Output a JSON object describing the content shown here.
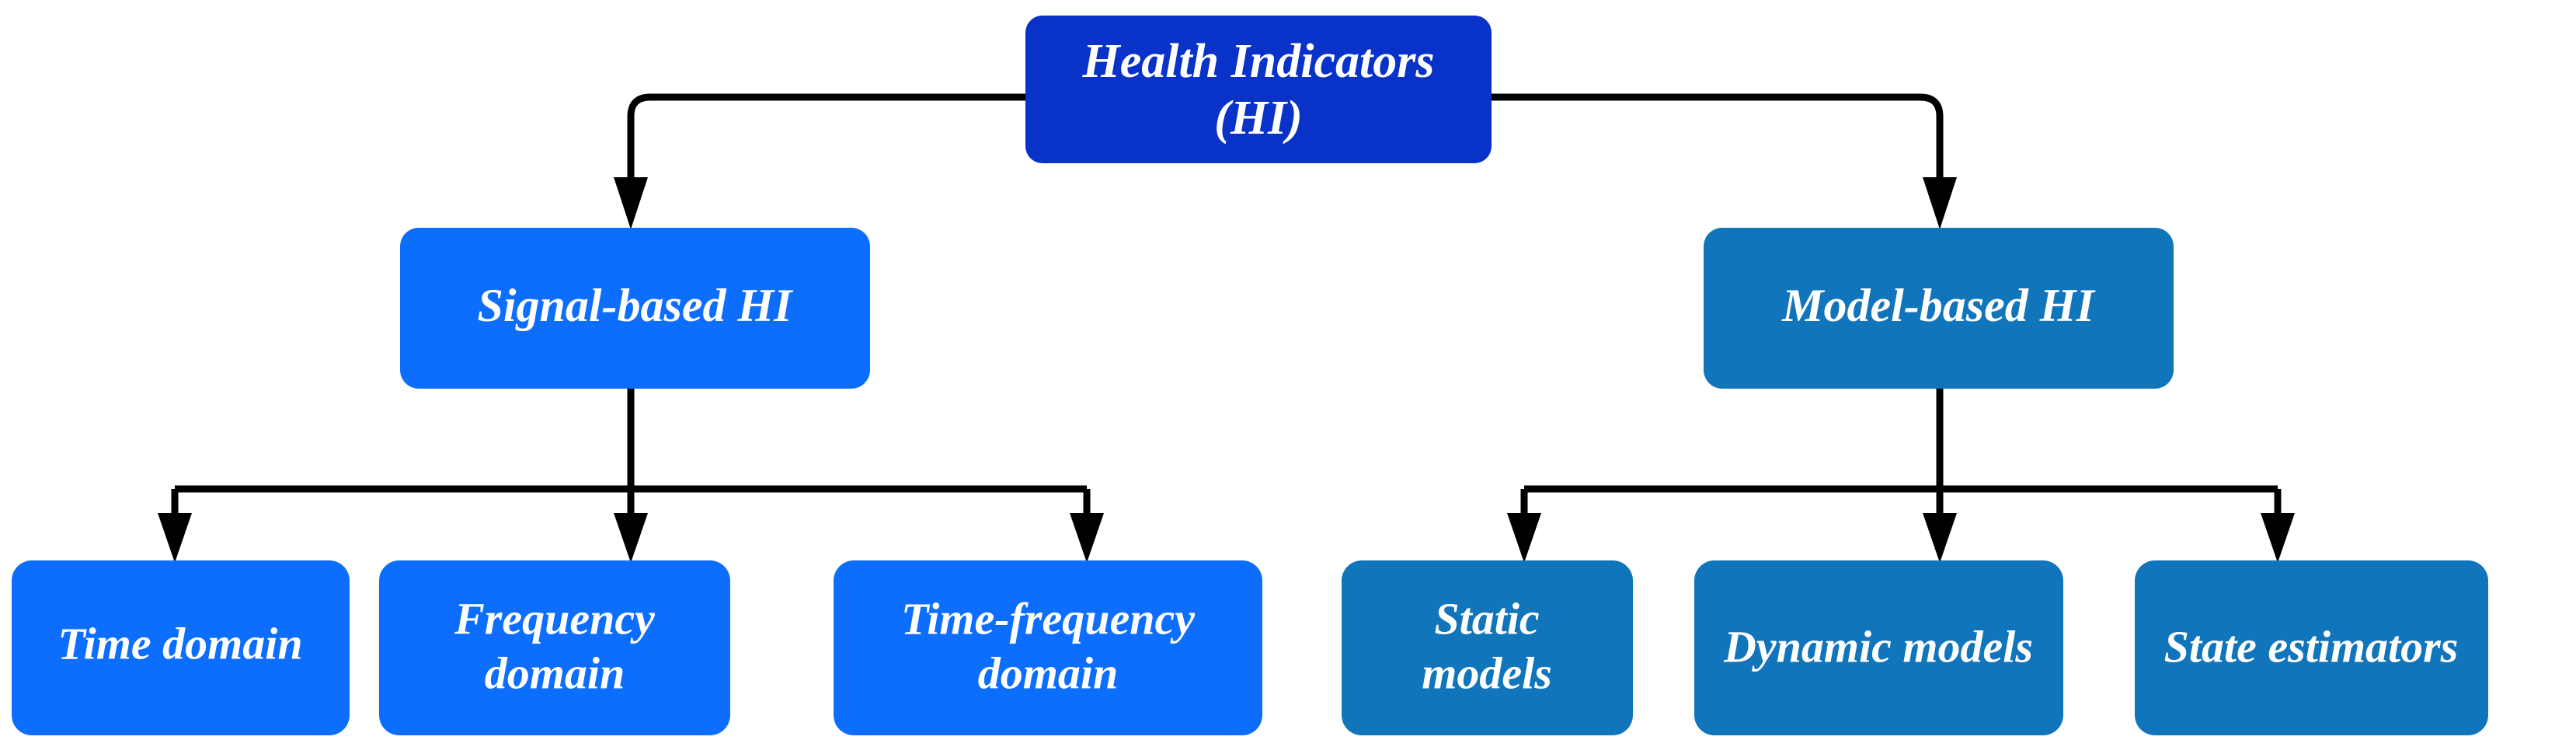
{
  "diagram": {
    "title": "Health Indicators taxonomy flowchart",
    "orientation": "top-down tree",
    "background_color": "#ffffff",
    "edge_color": "#000000",
    "text_color": "#ffffff",
    "palette": {
      "root": "#0832c8",
      "signal_branch": "#0d6efd",
      "model_branch": "#1175bc"
    },
    "root": {
      "id": "health-indicators",
      "line1": "Health Indicators",
      "line2": "(HI)",
      "color": "#0832c8"
    },
    "level2": [
      {
        "id": "signal-based-hi",
        "line1": "Signal-based HI",
        "line2": "",
        "color": "#0d6efd"
      },
      {
        "id": "model-based-hi",
        "line1": "Model-based HI",
        "line2": "",
        "color": "#1175bc"
      }
    ],
    "level3_signal": [
      {
        "id": "time-domain",
        "line1": "Time domain",
        "line2": "",
        "color": "#0d6efd"
      },
      {
        "id": "frequency-domain",
        "line1": "Frequency",
        "line2": "domain",
        "color": "#0d6efd"
      },
      {
        "id": "time-frequency-domain",
        "line1": "Time-frequency",
        "line2": "domain",
        "color": "#0d6efd"
      }
    ],
    "level3_model": [
      {
        "id": "static-models",
        "line1": "Static",
        "line2": "models",
        "color": "#1175bc"
      },
      {
        "id": "dynamic-models",
        "line1": "Dynamic models",
        "line2": "",
        "color": "#1175bc"
      },
      {
        "id": "state-estimators",
        "line1": "State estimators",
        "line2": "",
        "color": "#1175bc"
      }
    ]
  }
}
